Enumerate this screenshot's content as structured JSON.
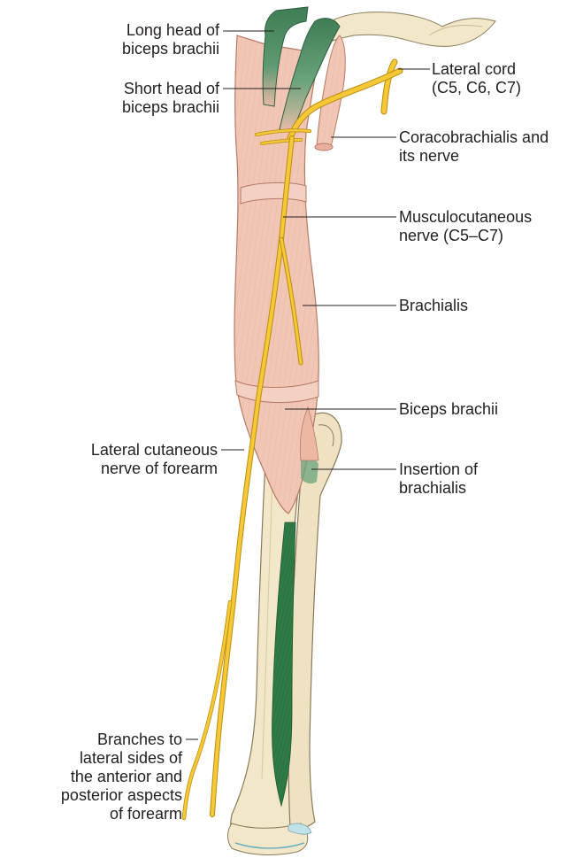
{
  "labels": {
    "long_head": [
      "Long head of",
      "biceps brachii"
    ],
    "short_head": [
      "Short head of",
      "biceps brachii"
    ],
    "lateral_cord": [
      "Lateral cord",
      "(C5, C6, C7)"
    ],
    "coracobrachialis": [
      "Coracobrachialis and",
      "its nerve"
    ],
    "musculocutaneous": [
      "Musculocutaneous",
      "nerve (C5–C7)"
    ],
    "brachialis": [
      "Brachialis"
    ],
    "biceps_brachii": [
      "Biceps brachii"
    ],
    "insertion": [
      "Insertion of",
      "brachialis"
    ],
    "lateral_cutaneous": [
      "Lateral cutaneous",
      "nerve of forearm"
    ],
    "branches": [
      "Branches to",
      "lateral sides of",
      "the anterior and",
      "posterior aspects",
      "of forearm"
    ]
  },
  "colors": {
    "muscle": "#f1c6b4",
    "muscle_stroke": "#b57a66",
    "tendon_green": "#4f8a64",
    "nerve": "#f6c737",
    "nerve_stroke": "#b88e12",
    "bone": "#f3e7c9",
    "bone_stroke": "#8a7a5a",
    "interosseous": "#2f7a45",
    "leader": "#231f20"
  }
}
